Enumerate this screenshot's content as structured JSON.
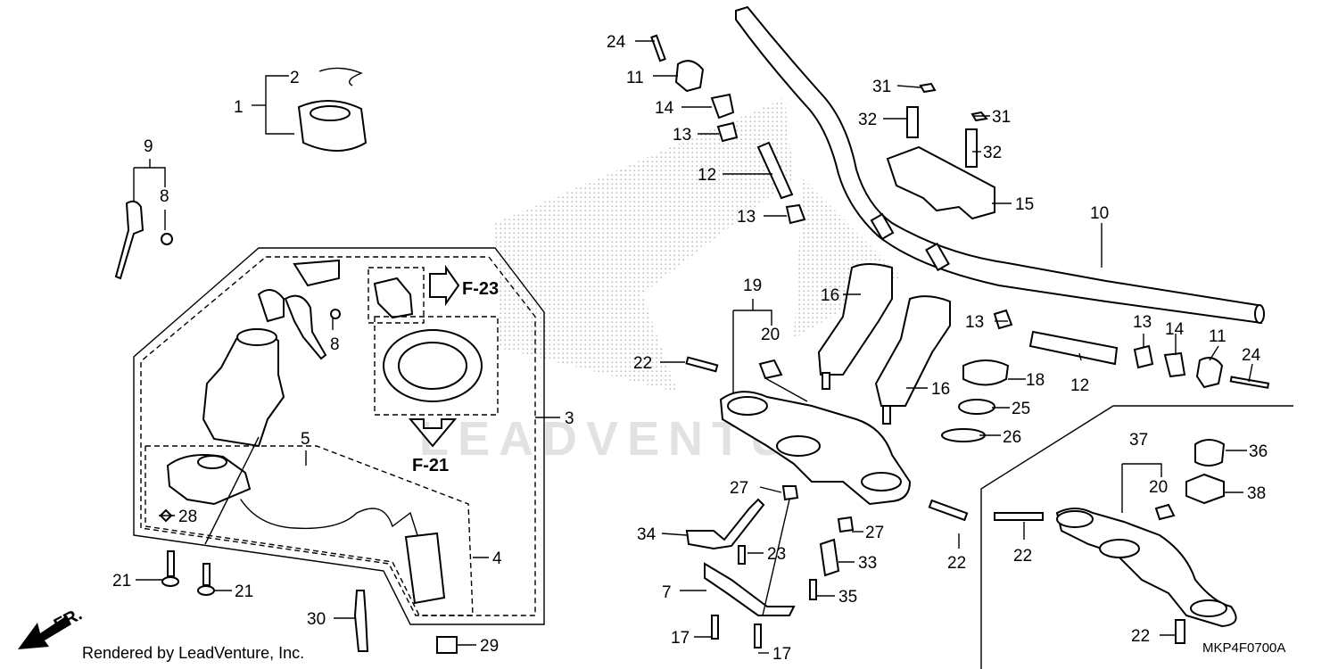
{
  "watermark": {
    "text": "LEADVENTURE"
  },
  "credit": "Rendered by LeadVenture, Inc.",
  "diagram_code": "MKP4F0700A",
  "direction_label": "FR.",
  "references": {
    "f23": "F-23",
    "f21": "F-21"
  },
  "callouts": {
    "c1": "1",
    "c2": "2",
    "c3": "3",
    "c4": "4",
    "c5": "5",
    "c7": "7",
    "c8a": "8",
    "c8b": "8",
    "c9": "9",
    "c10": "10",
    "c11a": "11",
    "c11b": "11",
    "c12a": "12",
    "c12b": "12",
    "c13a": "13",
    "c13b": "13",
    "c13c": "13",
    "c13d": "13",
    "c14a": "14",
    "c14b": "14",
    "c15": "15",
    "c16a": "16",
    "c16b": "16",
    "c17a": "17",
    "c17b": "17",
    "c18": "18",
    "c19": "19",
    "c20a": "20",
    "c20b": "20",
    "c21a": "21",
    "c21b": "21",
    "c22a": "22",
    "c22b": "22",
    "c22c": "22",
    "c22d": "22",
    "c23": "23",
    "c24a": "24",
    "c24b": "24",
    "c25": "25",
    "c26": "26",
    "c27a": "27",
    "c27b": "27",
    "c28": "28",
    "c29": "29",
    "c30": "30",
    "c31a": "31",
    "c31b": "31",
    "c32a": "32",
    "c32b": "32",
    "c33": "33",
    "c34": "34",
    "c35": "35",
    "c36": "36",
    "c37": "37",
    "c38": "38"
  }
}
